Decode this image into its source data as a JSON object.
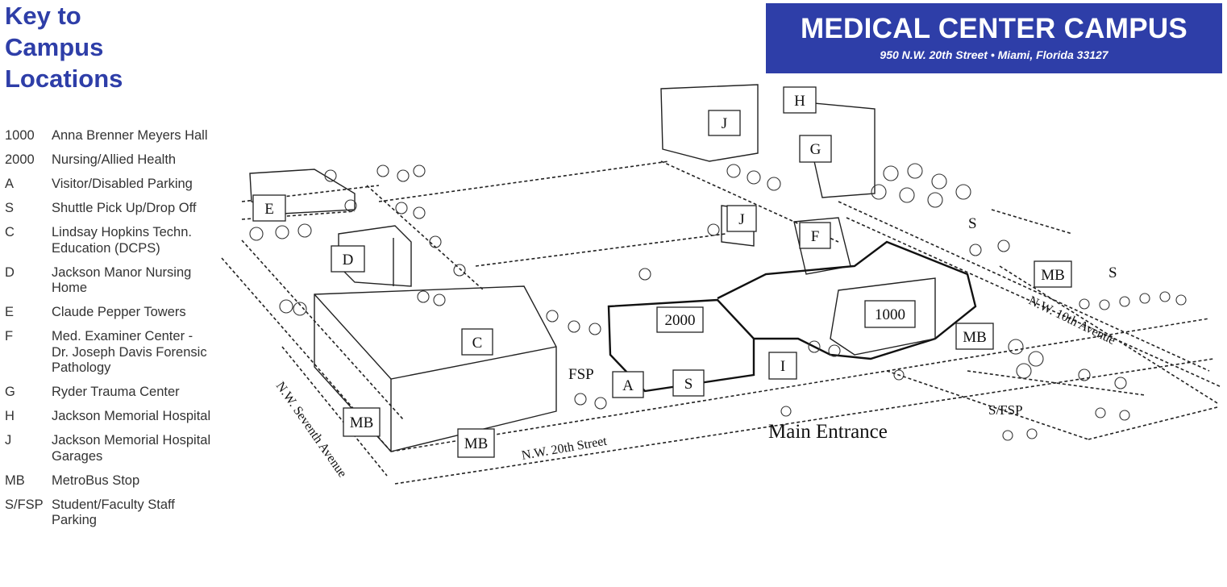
{
  "key": {
    "title_lines": [
      "Key to",
      "Campus",
      "Locations"
    ],
    "items": [
      {
        "code": "1000",
        "label": "Anna Brenner Meyers Hall"
      },
      {
        "code": "2000",
        "label": "Nursing/Allied Health"
      },
      {
        "code": "A",
        "label": "Visitor/Disabled Parking"
      },
      {
        "code": "S",
        "label": "Shuttle Pick Up/Drop Off"
      },
      {
        "code": "C",
        "label": "Lindsay Hopkins Techn. Education (DCPS)"
      },
      {
        "code": "D",
        "label": "Jackson Manor Nursing Home"
      },
      {
        "code": "E",
        "label": "Claude Pepper Towers"
      },
      {
        "code": "F",
        "label": "Med. Examiner Center - Dr. Joseph Davis Forensic Pathology"
      },
      {
        "code": "G",
        "label": "Ryder Trauma Center"
      },
      {
        "code": "H",
        "label": "Jackson Memorial Hospital"
      },
      {
        "code": "J",
        "label": "Jackson Memorial Hospital Garages"
      },
      {
        "code": "MB",
        "label": "MetroBus Stop"
      },
      {
        "code": "S/FSP",
        "label": "Student/Faculty Staff Parking"
      }
    ]
  },
  "banner": {
    "title": "MEDICAL CENTER CAMPUS",
    "address": "950 N.W. 20th Street • Miami, Florida 33127"
  },
  "map": {
    "markers": {
      "J1": "J",
      "H": "H",
      "G": "G",
      "E": "E",
      "J2": "J",
      "F": "F",
      "D": "D",
      "MB1": "MB",
      "C": "C",
      "b2000": "2000",
      "b1000": "1000",
      "MB2": "MB",
      "I": "I",
      "A": "A",
      "S": "S",
      "MB3": "MB",
      "MB4": "MB"
    },
    "plain_labels": {
      "S1": "S",
      "S2": "S",
      "FSP": "FSP",
      "SFSP": "S/FSP",
      "main_entrance": "Main Entrance"
    },
    "streets": {
      "seventh": "N.W. Seventh Avenue",
      "twentieth": "N.W. 20th Street",
      "tenth": "N.W. 10th Avenue"
    }
  },
  "colors": {
    "brand_blue": "#2e3ea8"
  }
}
